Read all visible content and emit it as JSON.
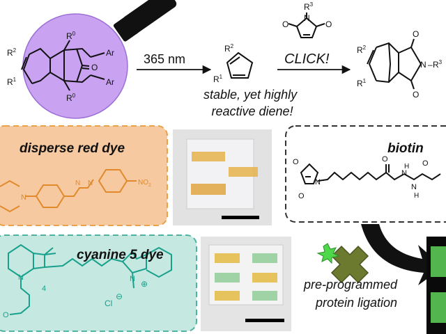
{
  "scheme": {
    "wavelength": "365 nm",
    "click": "CLICK!",
    "diene_note": [
      "stable, yet highly",
      "reactive diene!"
    ],
    "groups": {
      "r0": "R",
      "r0_sup": "0",
      "r1": "R",
      "r1_sup": "1",
      "r2": "R",
      "r2_sup": "2",
      "r3": "R",
      "r3_sup": "3",
      "ar": "Ar",
      "o": "O",
      "n": "N"
    }
  },
  "panels": {
    "red_dye": {
      "title": "disperse red dye",
      "no2": "NO",
      "no2_sub": "2",
      "n": "N",
      "color": "#f6c9a0"
    },
    "cyanine": {
      "title": "cyanine 5 dye",
      "chain_sub": "4",
      "cl": "Cl",
      "n": "N",
      "color": "#c5e9e1"
    },
    "biotin": {
      "title": "biotin",
      "h": "H"
    },
    "protein": {
      "label": [
        "pre-programmed",
        "protein ligation"
      ]
    }
  },
  "colors": {
    "purple": "#c9a3f2",
    "orange_border": "#e9a14a",
    "teal_border": "#4fb3a3",
    "green_cross": "#6b7a2e",
    "fluor_green": "#5fd35a"
  }
}
